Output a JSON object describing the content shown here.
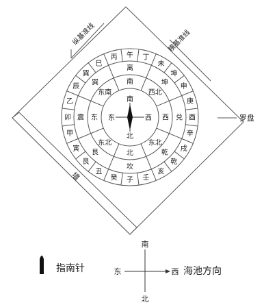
{
  "labels": {
    "vertical_baseline": "纵基准线",
    "horizontal_baseline": "横基准线",
    "wall": "墙",
    "compass": "罗盘",
    "needle_legend": "指南针",
    "pool_direction": "海池方向"
  },
  "outer_ring": [
    "午",
    "丁",
    "未",
    "坤",
    "申",
    "庚",
    "酉",
    "辛",
    "戌",
    "乾",
    "亥",
    "壬",
    "子",
    "癸",
    "丑",
    "艮",
    "寅",
    "甲",
    "卯",
    "乙",
    "辰",
    "巽",
    "巳",
    "丙"
  ],
  "middle_ring": [
    "离",
    "坤",
    "兑",
    "乾",
    "坎",
    "艮",
    "震",
    "巽"
  ],
  "inner_ring": [
    "南",
    "西北",
    "西",
    "东北",
    "北",
    "东北",
    "东",
    "东南"
  ],
  "center": {
    "n": "南",
    "s": "北",
    "e": "西",
    "w": "东"
  },
  "cross": {
    "n": "南",
    "s": "北",
    "e": "西",
    "w": "东"
  },
  "colors": {
    "line": "#555555",
    "text": "#222222",
    "needle": "#111111"
  }
}
